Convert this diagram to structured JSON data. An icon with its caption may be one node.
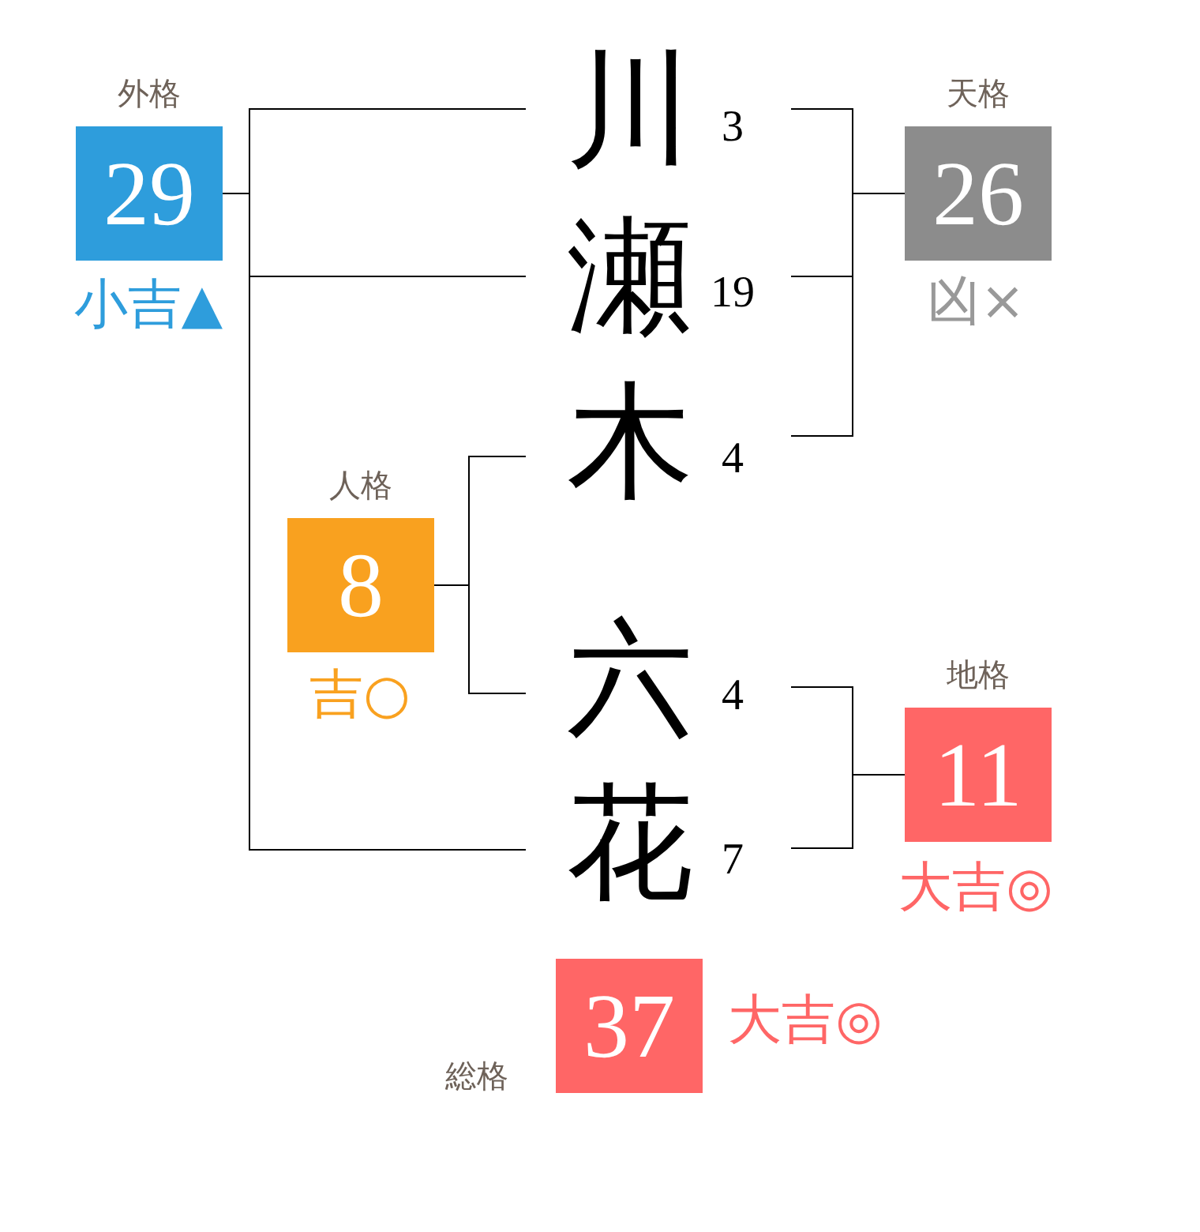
{
  "diagram": {
    "nodes": [
      {
        "text": [
          "外格",
          "29"
        ],
        "beside": [
          "小吉▲"
        ]
      },
      {
        "text": [
          "川"
        ],
        "beside": [
          "3"
        ]
      },
      {
        "text": [
          "天格",
          "26"
        ],
        "beside": [
          "凶×"
        ]
      },
      {
        "text": [
          "瀬"
        ],
        "beside": [
          "19"
        ]
      },
      {
        "text": [
          "木"
        ],
        "beside": [
          "4"
        ]
      },
      {
        "text": [
          "人格",
          "8"
        ],
        "beside": [
          "吉○"
        ]
      },
      {
        "text": [
          "六"
        ],
        "beside": [
          "4"
        ]
      },
      {
        "text": [
          "地格",
          "11"
        ],
        "beside": [
          "大吉◎"
        ]
      },
      {
        "text": [
          "花"
        ],
        "beside": [
          "7"
        ]
      },
      {
        "text": [
          "総格",
          "37"
        ],
        "beside": [
          "大吉◎"
        ]
      }
    ],
    "edges": [
      {
        "from": 1,
        "to": 0,
        "arrow": "none"
      },
      {
        "from": 3,
        "to": 0,
        "arrow": "none"
      },
      {
        "from": 8,
        "to": 0,
        "arrow": "none"
      },
      {
        "from": 1,
        "to": 2,
        "arrow": "none"
      },
      {
        "from": 3,
        "to": 2,
        "arrow": "none"
      },
      {
        "from": 4,
        "to": 2,
        "arrow": "none"
      },
      {
        "from": 4,
        "to": 5,
        "arrow": "none"
      },
      {
        "from": 6,
        "to": 5,
        "arrow": "none"
      },
      {
        "from": 6,
        "to": 7,
        "arrow": "none"
      },
      {
        "from": 8,
        "to": 7,
        "arrow": "none"
      }
    ]
  }
}
